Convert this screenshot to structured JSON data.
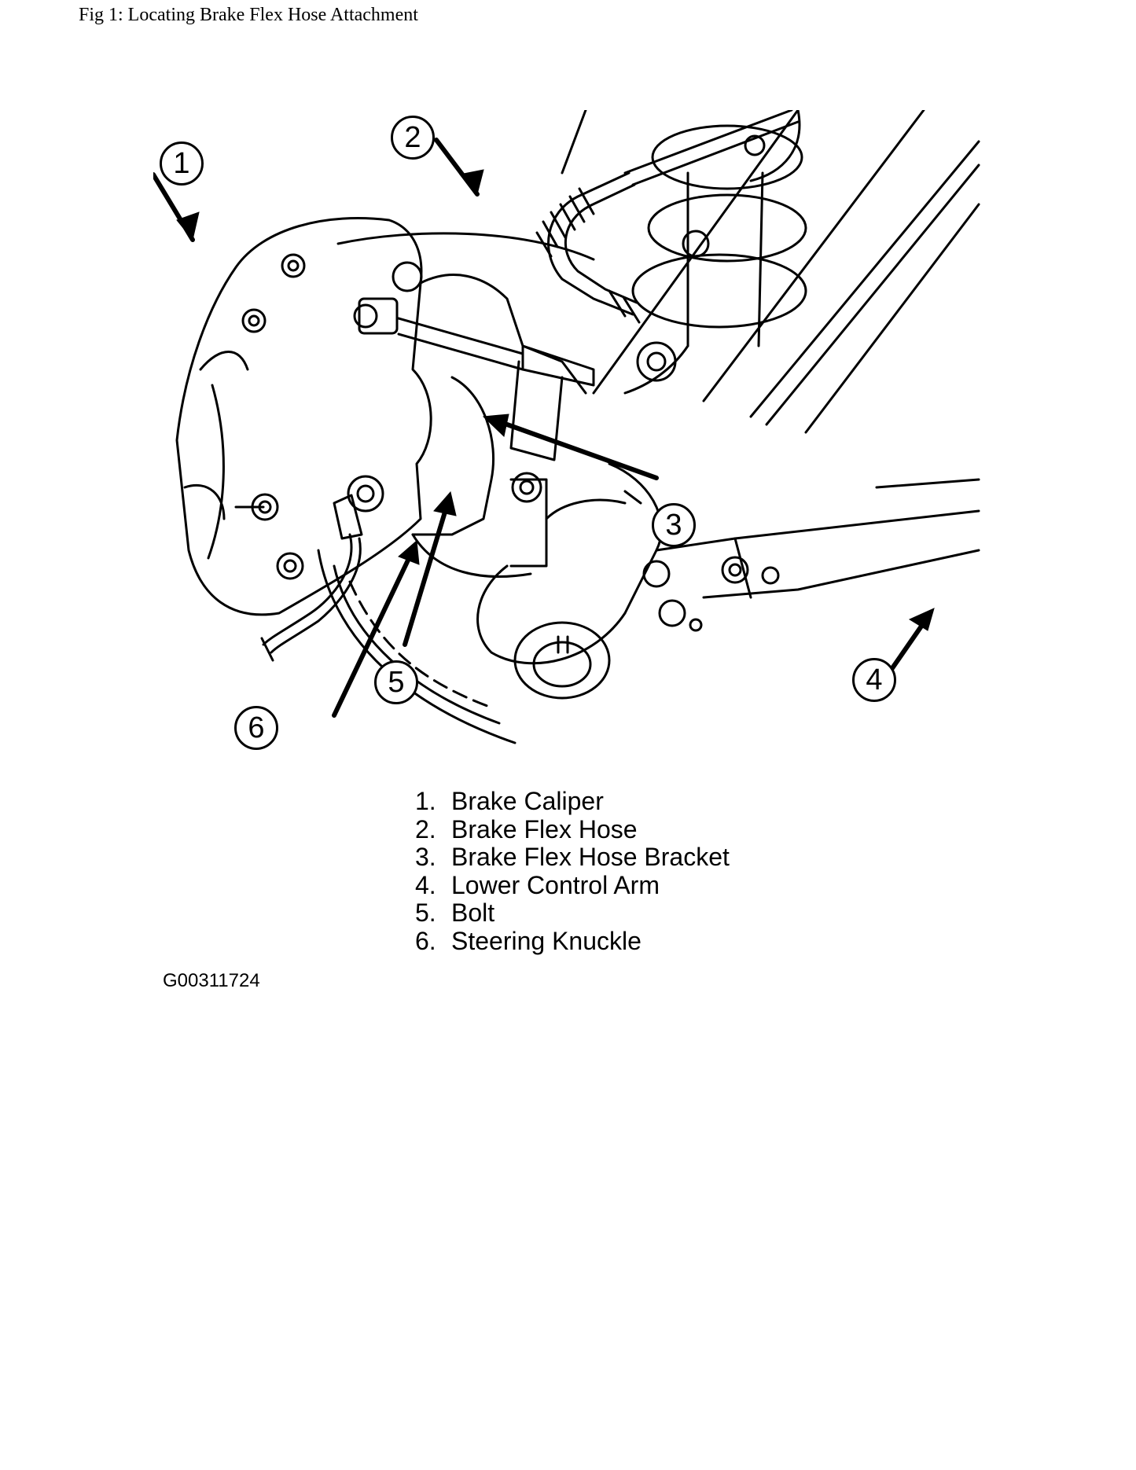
{
  "title": "Fig 1: Locating Brake Flex Hose Attachment",
  "callouts": [
    "1",
    "2",
    "3",
    "4",
    "5",
    "6"
  ],
  "legend": [
    {
      "number": "1.",
      "label": "Brake Caliper"
    },
    {
      "number": "2.",
      "label": "Brake Flex Hose"
    },
    {
      "number": "3.",
      "label": "Brake Flex Hose Bracket"
    },
    {
      "number": "4.",
      "label": "Lower Control Arm"
    },
    {
      "number": "5.",
      "label": "Bolt"
    },
    {
      "number": "6.",
      "label": "Steering Knuckle"
    }
  ],
  "figure_code": "G00311724",
  "colors": {
    "ink": "#000000",
    "paper": "#ffffff"
  }
}
